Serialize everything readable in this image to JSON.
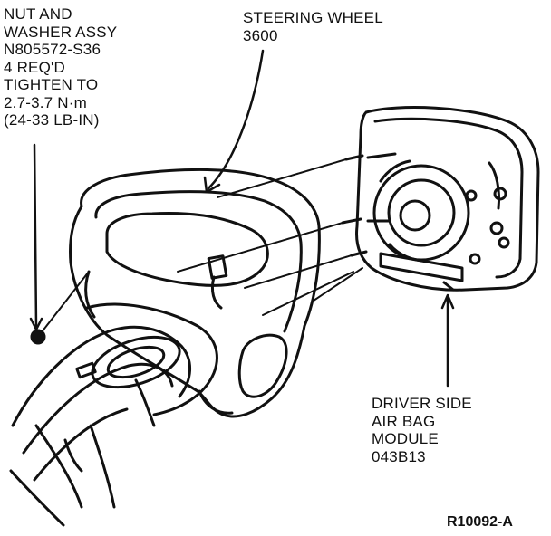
{
  "callouts": {
    "nut": {
      "lines": [
        "NUT AND",
        "WASHER ASSY",
        "N805572-S36",
        "4 REQ'D",
        "TIGHTEN TO",
        "2.7-3.7 N·m",
        "(24-33 LB-IN)"
      ]
    },
    "steering_wheel": {
      "lines": [
        "STEERING WHEEL",
        "3600"
      ]
    },
    "airbag": {
      "lines": [
        "DRIVER SIDE",
        "AIR BAG",
        "MODULE",
        "043B13"
      ]
    }
  },
  "figure_id": "R10092-A",
  "colors": {
    "ink": "#111111",
    "background": "#ffffff"
  }
}
